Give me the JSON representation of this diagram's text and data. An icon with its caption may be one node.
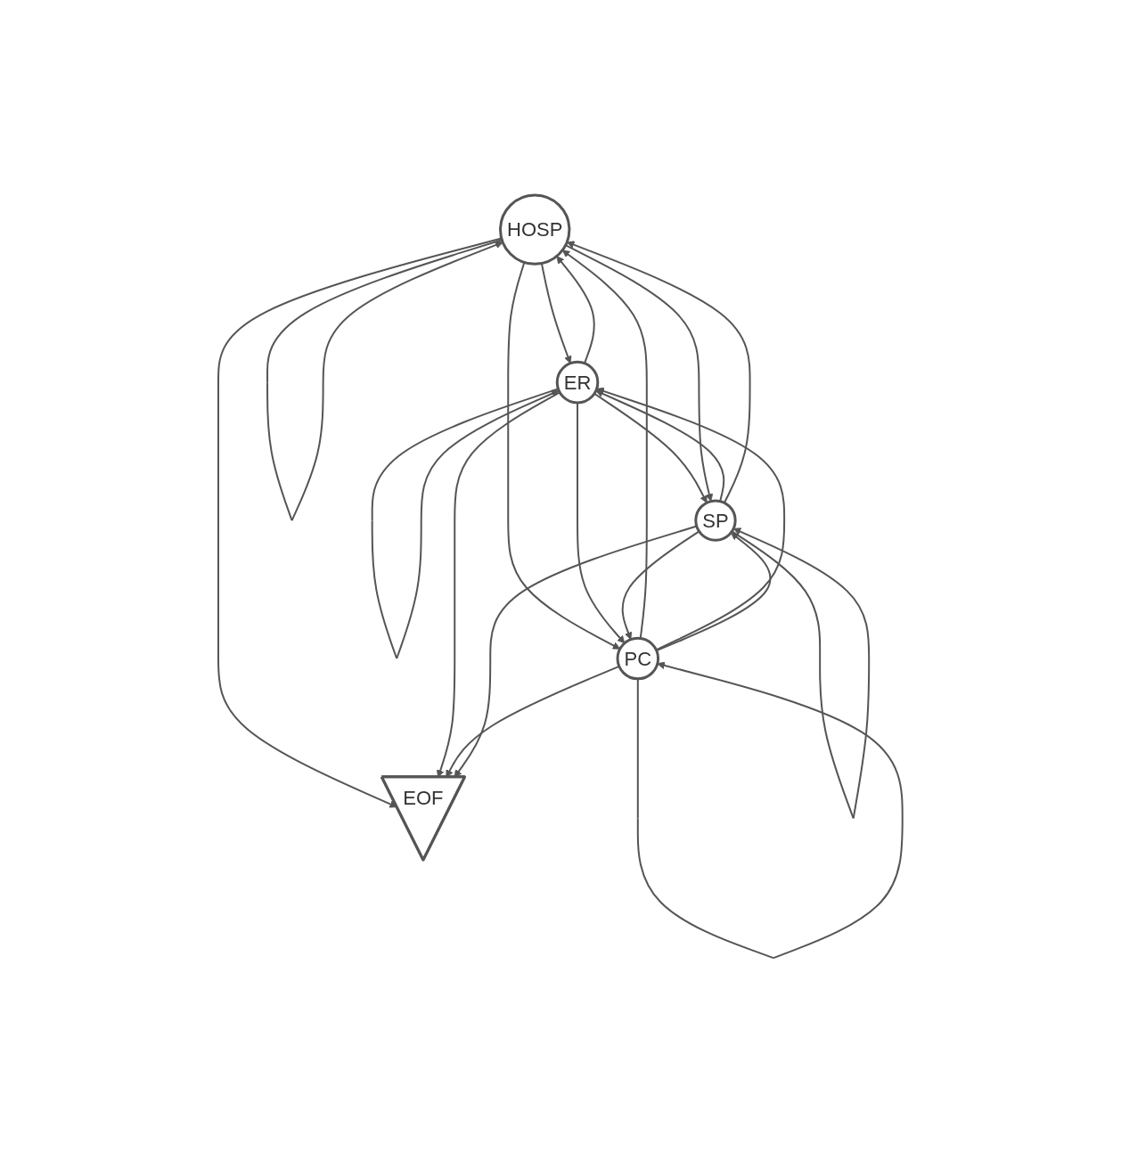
{
  "diagram": {
    "nodes": [
      {
        "text": [
          "HOSP"
        ]
      },
      {
        "text": [
          "ER"
        ]
      },
      {
        "text": [
          "PC"
        ]
      },
      {
        "text": [
          "SP"
        ]
      },
      {
        "text": [
          "EOF"
        ]
      }
    ],
    "edges": [
      {
        "from": 0,
        "to": 0,
        "arrow": "to"
      },
      {
        "from": 1,
        "to": 1,
        "arrow": "to"
      },
      {
        "from": 0,
        "to": 1,
        "arrow": "to"
      },
      {
        "from": 1,
        "to": 0,
        "arrow": "to"
      },
      {
        "from": 2,
        "to": 0,
        "arrow": "to"
      },
      {
        "from": 0,
        "to": 2,
        "arrow": "to"
      },
      {
        "from": 1,
        "to": 3,
        "arrow": "to"
      },
      {
        "from": 3,
        "to": 1,
        "arrow": "to"
      },
      {
        "from": 2,
        "to": 1,
        "arrow": "to"
      },
      {
        "from": 1,
        "to": 2,
        "arrow": "to"
      },
      {
        "from": 3,
        "to": 0,
        "arrow": "to"
      },
      {
        "from": 0,
        "to": 3,
        "arrow": "to"
      },
      {
        "from": 0,
        "to": 4,
        "arrow": "to"
      },
      {
        "from": 1,
        "to": 4,
        "arrow": "to"
      },
      {
        "from": 2,
        "to": 2,
        "arrow": "to"
      },
      {
        "from": 3,
        "to": 3,
        "arrow": "to"
      },
      {
        "from": 2,
        "to": 3,
        "arrow": "to"
      },
      {
        "from": 3,
        "to": 2,
        "arrow": "to"
      },
      {
        "from": 2,
        "to": 4,
        "arrow": "to"
      },
      {
        "from": 3,
        "to": 4,
        "arrow": "to"
      }
    ]
  }
}
